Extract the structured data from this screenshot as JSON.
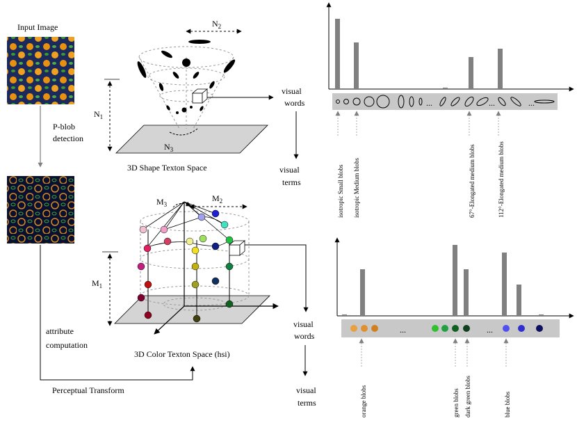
{
  "left_panel": {
    "input_image_label": "Input Image",
    "pblob_label_1": "P-blob",
    "pblob_label_2": "detection",
    "attribute_label_1": "attribute",
    "attribute_label_2": "computation",
    "perceptual_label": "Perceptual Transform"
  },
  "shape_space": {
    "caption": "3D Shape Texton Space",
    "n1": "N",
    "n1_sub": "1",
    "n2": "N",
    "n2_sub": "2",
    "n3": "N",
    "n3_sub": "3"
  },
  "color_space": {
    "caption": "3D Color Texton Space (hsi)",
    "m1": "M",
    "m1_sub": "1",
    "m2": "M",
    "m2_sub": "2",
    "m3": "M",
    "m3_sub": "3"
  },
  "flow_top": {
    "words_1": "visual",
    "words_2": "words",
    "terms_1": "visual",
    "terms_2": "terms"
  },
  "flow_bottom": {
    "words_1": "visual",
    "words_2": "words",
    "terms_1": "visual",
    "terms_2": "terms"
  },
  "shape_histogram": {
    "ellipsis": "...",
    "bar_labels": [
      "isotropic Small blobs",
      "isotropic Medium blobs",
      "67°-Elongated medium blobs",
      "112°-Elongated medium blobs"
    ]
  },
  "color_histogram": {
    "ellipsis": "...",
    "bar_labels": [
      "orange blobs",
      "green blobs",
      "dark green blobs",
      "blue blobs"
    ],
    "swatch_colors": [
      "#e8a040",
      "#e09030",
      "#d08020",
      "#30c030",
      "#20a040",
      "#106020",
      "#104020",
      "#5050f0",
      "#3030d0",
      "#101060"
    ]
  },
  "colors": {
    "bar": "#808080",
    "band": "#c8c8c8",
    "cone_node": "#000000"
  }
}
